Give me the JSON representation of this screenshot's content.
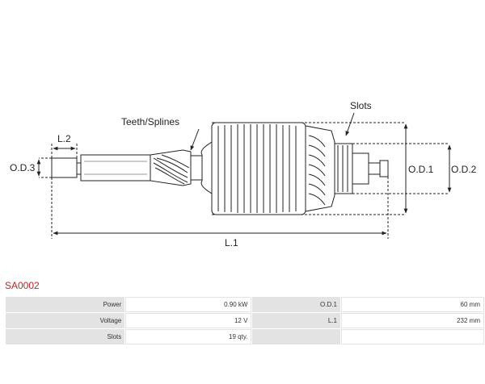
{
  "labels": {
    "teeth_splines": "Teeth/Splines",
    "slots": "Slots",
    "l1": "L.1",
    "l2": "L.2",
    "od1": "O.D.1",
    "od2": "O.D.2",
    "od3": "O.D.3"
  },
  "part_code": "SA0002",
  "specs": [
    {
      "label": "Power",
      "value": "0.90 kW",
      "label2": "O.D.1",
      "value2": "60 mm"
    },
    {
      "label": "Voltage",
      "value": "12 V",
      "label2": "L.1",
      "value2": "232 mm"
    },
    {
      "label": "Slots",
      "value": "19 qty.",
      "label2": "",
      "value2": ""
    }
  ]
}
